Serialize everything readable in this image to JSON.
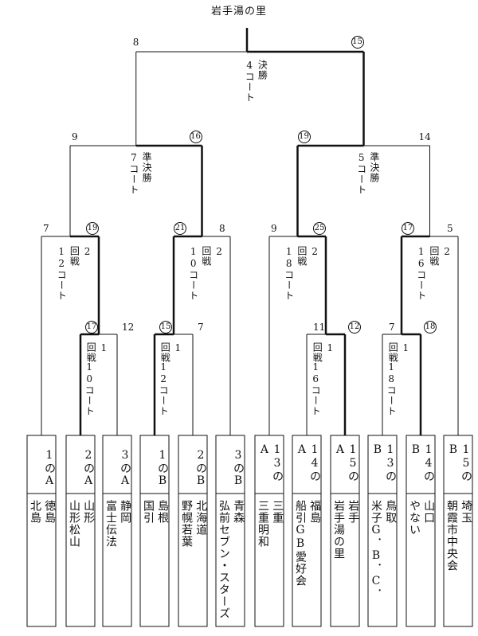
{
  "title": "岩手湯の里",
  "slots": [
    "1のA",
    "2のA",
    "3のA",
    "1のB",
    "2のB",
    "3のB",
    "13のA",
    "14のA",
    "15のA",
    "13のB",
    "14のB",
    "15のB"
  ],
  "teams": [
    [
      "徳島",
      "北島"
    ],
    [
      "山形",
      "山形松山"
    ],
    [
      "静岡",
      "富士伝法"
    ],
    [
      "島根",
      "国引"
    ],
    [
      "北海道",
      "野幌若葉"
    ],
    [
      "青森",
      "弘前セブン・スターズ"
    ],
    [
      "三重",
      "三重明和"
    ],
    [
      "福島",
      "船引GB愛好会"
    ],
    [
      "岩手",
      "岩手湯の里"
    ],
    [
      "鳥取",
      "米子G．B．C．"
    ],
    [
      "山口",
      "やない"
    ],
    [
      "埼玉",
      "朝霞市中央会"
    ]
  ],
  "rounds": {
    "first": [
      {
        "col1": "1",
        "col2": "回",
        "col3": "戦",
        "court": "10コート",
        "left_score": "⑰",
        "right_score": "12"
      },
      {
        "col1": "1",
        "col2": "回",
        "col3": "戦",
        "court": "12コート",
        "left_score": "⑮",
        "right_score": "7"
      },
      {
        "col1": "1",
        "col2": "回",
        "col3": "戦",
        "court": "16コート",
        "left_score": "11",
        "right_score": "⑫"
      },
      {
        "col1": "1",
        "col2": "回",
        "col3": "戦",
        "court": "18コート",
        "left_score": "7",
        "right_score": "⑱"
      }
    ],
    "second": [
      {
        "col1": "2",
        "col2": "回戦",
        "court": "12コート",
        "left_score": "7",
        "right_score": "⑲"
      },
      {
        "col1": "2",
        "col2": "回戦",
        "court": "10コート",
        "left_score": "㉑",
        "right_score": "8"
      },
      {
        "col1": "2",
        "col2": "回戦",
        "court": "18コート",
        "left_score": "9",
        "right_score": "㉕"
      },
      {
        "col1": "2",
        "col2": "回戦",
        "court": "16コート",
        "left_score": "⑰",
        "right_score": "5"
      }
    ],
    "semi": [
      {
        "label": "準決勝",
        "court": "7コート",
        "left_score": "9",
        "right_score": "⑯"
      },
      {
        "label": "準決勝",
        "court": "5コート",
        "left_score": "⑲",
        "right_score": "14"
      }
    ],
    "final": {
      "label": "決勝",
      "court": "4コート",
      "left_score": "8",
      "right_score": "⑮"
    }
  }
}
